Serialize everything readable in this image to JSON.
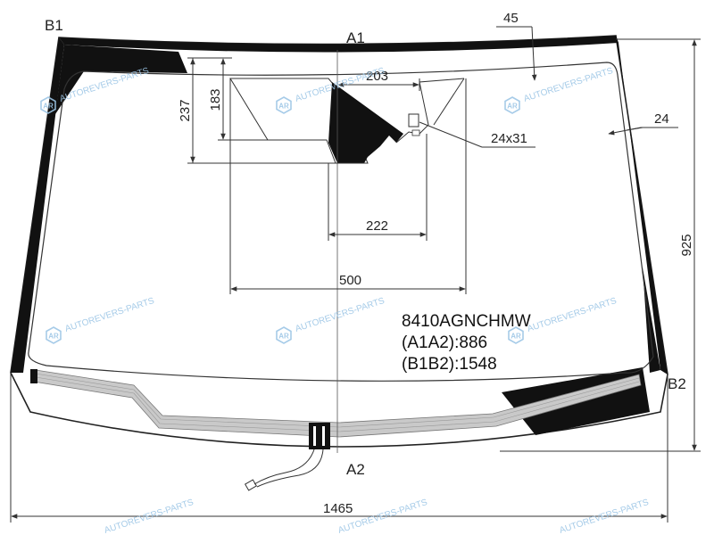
{
  "points": {
    "a1": "A1",
    "a2": "A2",
    "b1": "B1",
    "b2": "B2"
  },
  "dimensions": {
    "d45": "45",
    "d203": "203",
    "d24": "24",
    "d237": "237",
    "d183": "183",
    "d24x31": "24x31",
    "d222": "222",
    "d500": "500",
    "d925": "925",
    "d1465": "1465"
  },
  "info": {
    "code": "8410AGNCHMW",
    "a1a2": "(A1A2):886",
    "b1b2": "(B1B2):1548"
  },
  "watermark": {
    "text": "AUTOREVERS-PARTS",
    "logo": "AR"
  },
  "colors": {
    "line": "#333333",
    "frit": "#111111",
    "stripe": "#bdbdbd",
    "watermark": "#9cc6e6"
  },
  "icons": [
    "autorevers-logo-icon",
    "rain-sensor-icon",
    "connector-icon"
  ]
}
